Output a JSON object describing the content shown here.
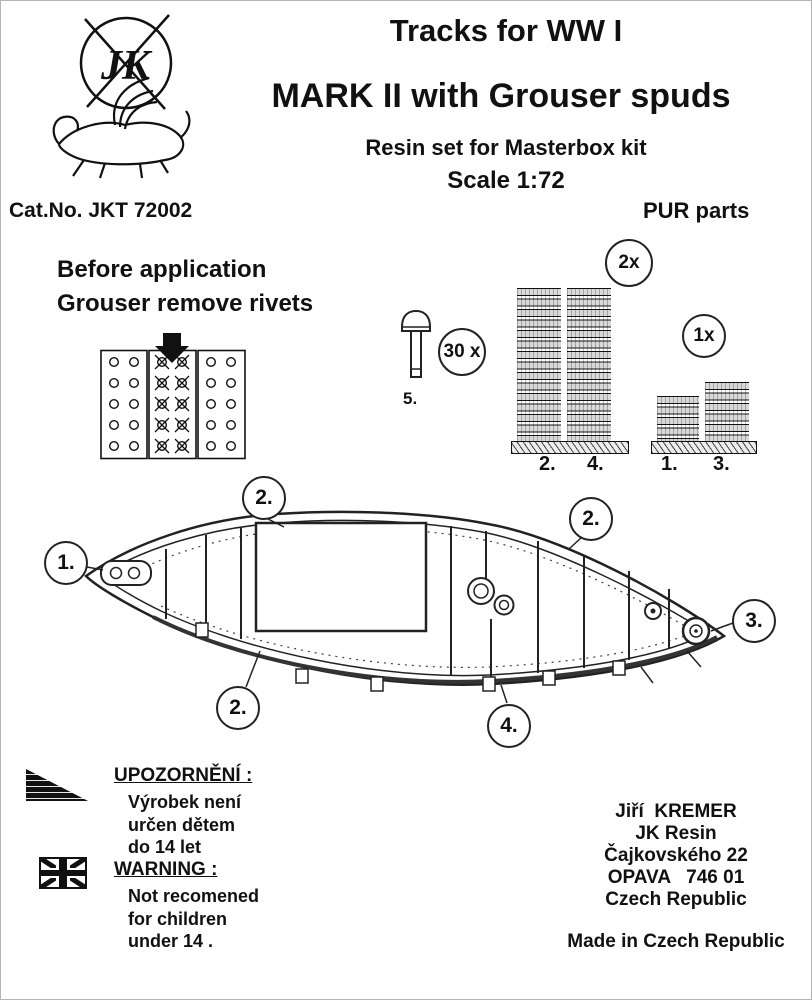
{
  "header": {
    "title_line1": "Tracks for WW I",
    "title_line2": "MARK II with Grouser spuds",
    "subtitle": "Resin set for Masterbox kit",
    "scale": "Scale 1:72",
    "cat_no": "Cat.No. JKT 72002",
    "material": "PUR parts"
  },
  "note": {
    "line1": "Before application",
    "line2": "Grouser remove rivets"
  },
  "parts": {
    "screw_number": "5.",
    "screw_count": "30 x",
    "large_stack_count": "2x",
    "large_stack_labels": [
      "2.",
      "4."
    ],
    "small_stack_count": "1x",
    "small_stack_labels": [
      "1.",
      "3."
    ]
  },
  "diagram": {
    "callouts": [
      "1.",
      "2.",
      "2.",
      "2.",
      "3.",
      "4."
    ]
  },
  "warnings": {
    "czech_title": "UPOZORNĚNÍ :",
    "czech_lines": [
      "Výrobek není",
      "určen dětem",
      "do 14 let"
    ],
    "english_title": "WARNING :",
    "english_lines": [
      "Not recomened",
      "for children",
      "under 14 ."
    ]
  },
  "manufacturer": {
    "lines": [
      "Jiří  KREMER",
      "JK Resin",
      "Čajkovského 22",
      "OPAVA   746 01",
      "Czech Republic"
    ],
    "made_in": "Made in Czech Republic"
  }
}
